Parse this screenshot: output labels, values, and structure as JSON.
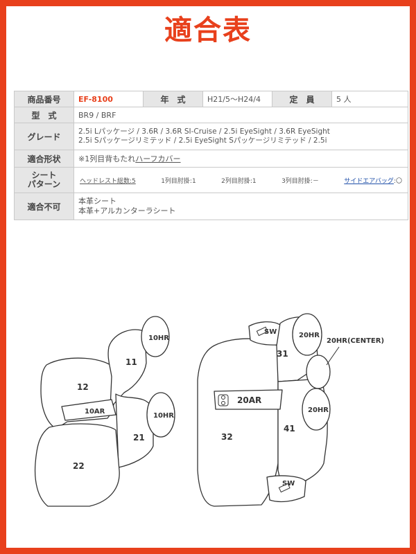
{
  "title": "適合表",
  "spec": {
    "product_no_label": "商品番号",
    "product_no": "EF-8100",
    "year_label": "年　式",
    "year": "H21/5〜H24/4",
    "capacity_label": "定　員",
    "capacity": "5 人",
    "model_label": "型　式",
    "model": "BR9 / BRF",
    "grade_label": "グレード",
    "grade_line1": "2.5i Lパッケージ / 3.6R / 3.6R SI-Cruise / 2.5i EyeSight / 3.6R EyeSight",
    "grade_line2": "2.5i Sパッケージリミテッド / 2.5i EyeSight Sパッケージリミテッド / 2.5i",
    "fit_label": "適合形状",
    "fit_prefix": "※1列目背もたれ",
    "fit_link": "ハーフカバー",
    "pattern_label_1": "シート",
    "pattern_label_2": "パターン",
    "pattern": {
      "headrest": "ヘッドレスト総数:5",
      "row1": "1列目肘掛:1",
      "row2": "2列目肘掛:1",
      "row3": "3列目肘掛:－",
      "side_airbag_label": "サイドエアバッグ",
      "side_airbag_value": ":〇"
    },
    "incompatible_label": "適合不可",
    "incompatible_1": "本革シート",
    "incompatible_2": "本革+アルカンターラシート"
  },
  "diagram": {
    "part_10hr_a": "10HR",
    "part_11": "11",
    "part_12": "12",
    "part_10ar": "10AR",
    "part_10hr_b": "10HR",
    "part_21": "21",
    "part_22": "22",
    "part_sw_top": "SW",
    "part_20hr_a": "20HR",
    "part_31": "31",
    "part_20hr_center": "20HR(CENTER)",
    "part_20ar": "20AR",
    "part_32": "32",
    "part_20hr_b": "20HR",
    "part_41": "41",
    "part_sw_bottom": "SW"
  }
}
